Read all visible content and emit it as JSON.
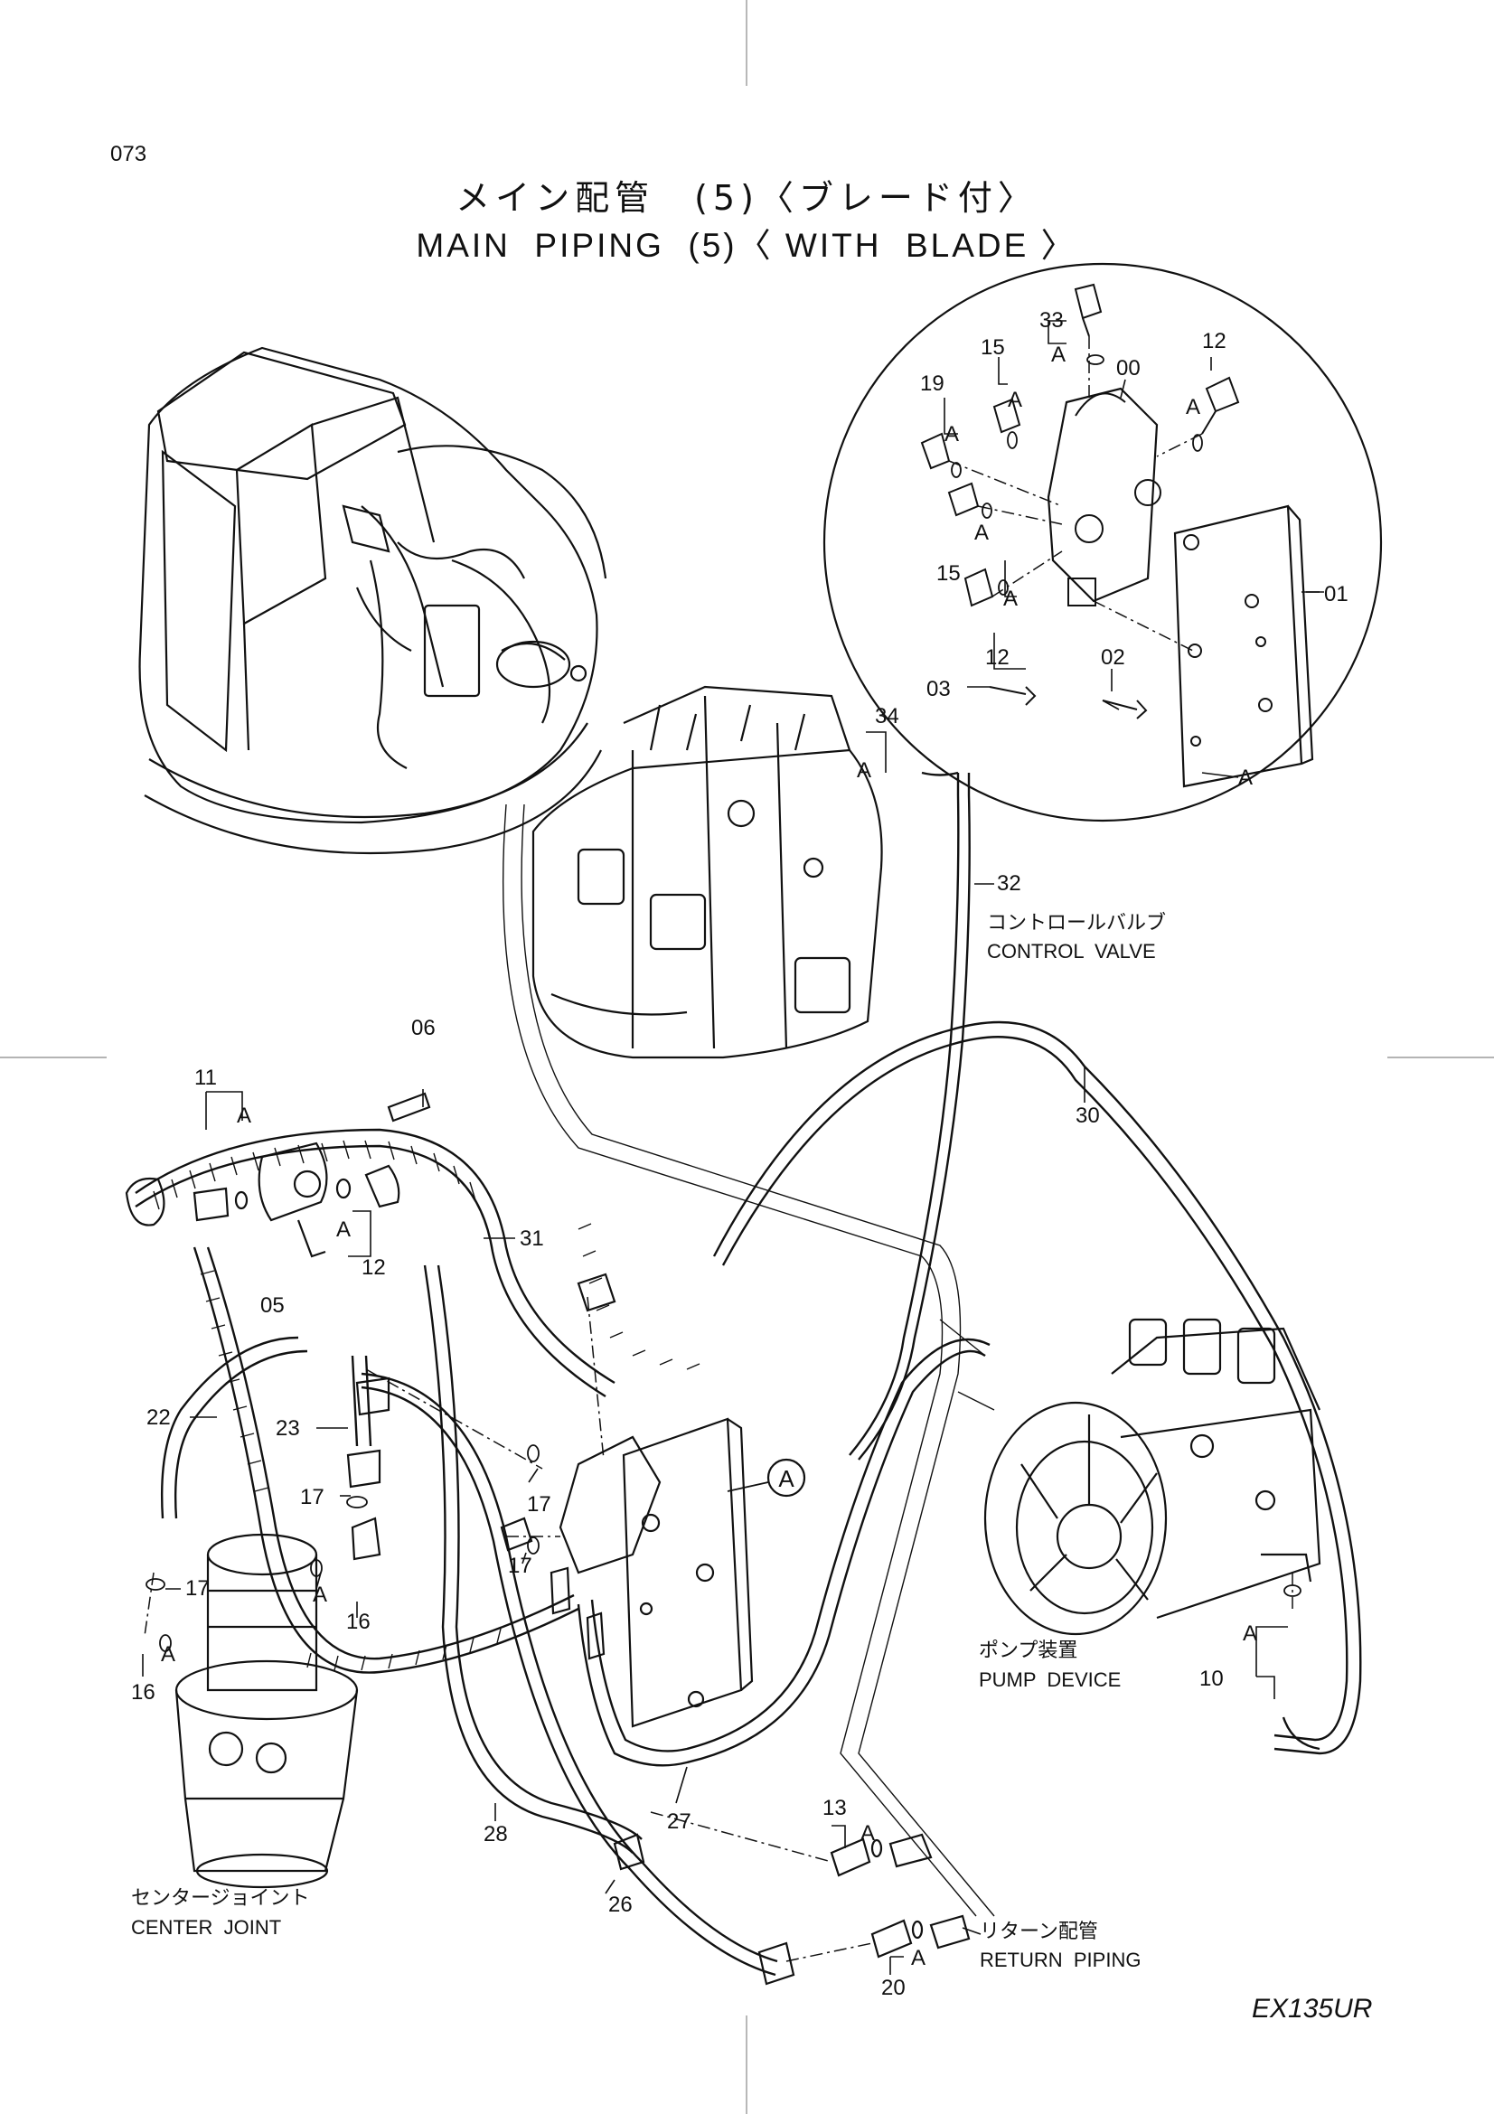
{
  "page": {
    "number": "073",
    "title_jp": "メイン配管　(5)〈ブレード付〉",
    "title_en": "MAIN  PIPING  (5)〈 WITH  BLADE 〉",
    "model": "EX135UR"
  },
  "component_labels": {
    "control_valve_jp": "コントロールバルブ",
    "control_valve_en": "CONTROL  VALVE",
    "pump_device_jp": "ポンプ装置",
    "pump_device_en": "PUMP  DEVICE",
    "center_joint_jp": "センタージョイント",
    "center_joint_en": "CENTER  JOINT",
    "return_piping_jp": "リターン配管",
    "return_piping_en": "RETURN  PIPING"
  },
  "detail_marker": "A",
  "part_numbers": {
    "p33": "33",
    "p12a": "12",
    "p15a": "15",
    "p00": "00",
    "p19": "19",
    "p15b": "15",
    "p12b": "12",
    "p01": "01",
    "p03": "03",
    "p02": "02",
    "p34": "34",
    "p32": "32",
    "p30": "30",
    "p06": "06",
    "p11": "11",
    "p12c": "12",
    "p05": "05",
    "p31": "31",
    "p22": "22",
    "p23": "23",
    "p17a": "17",
    "p17b": "17",
    "p17c": "17",
    "p17d": "17",
    "p16a": "16",
    "p16b": "16",
    "p27": "27",
    "p10": "10",
    "p13": "13",
    "p28": "28",
    "p26": "26",
    "p20": "20"
  },
  "a_labels": {
    "a1": "A",
    "a2": "A",
    "a3": "A",
    "a4": "A",
    "a5": "A",
    "a6": "A",
    "a7": "A",
    "a8": "A",
    "a9": "A",
    "a10": "A",
    "a11": "A",
    "a12": "A",
    "a13": "A",
    "a14": "A",
    "a15": "A"
  }
}
